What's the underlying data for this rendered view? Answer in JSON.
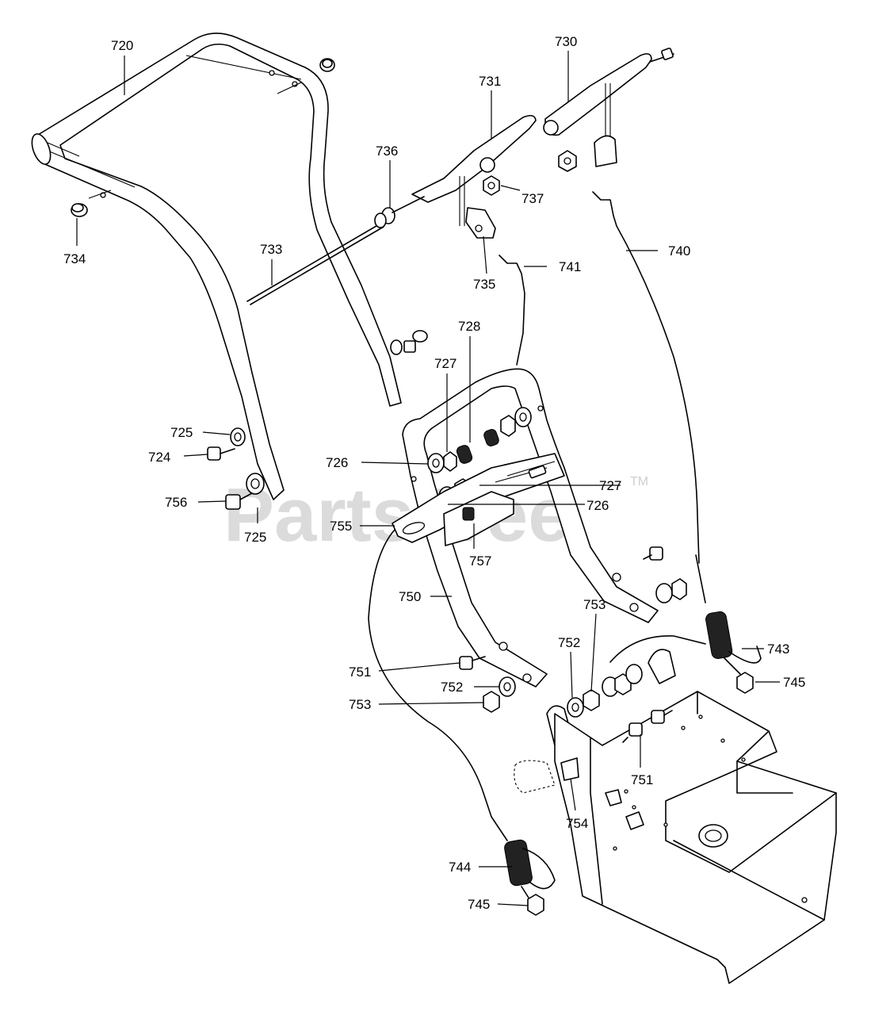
{
  "watermark": {
    "text": "PartsTree",
    "trademark": "TM"
  },
  "callouts": [
    {
      "label": "720"
    },
    {
      "label": "730"
    },
    {
      "label": "731"
    },
    {
      "label": "736"
    },
    {
      "label": "737"
    },
    {
      "label": "734"
    },
    {
      "label": "733"
    },
    {
      "label": "735"
    },
    {
      "label": "741"
    },
    {
      "label": "740"
    },
    {
      "label": "728"
    },
    {
      "label": "727"
    },
    {
      "label": "725"
    },
    {
      "label": "724"
    },
    {
      "label": "726"
    },
    {
      "label": "727"
    },
    {
      "label": "756"
    },
    {
      "label": "726"
    },
    {
      "label": "725"
    },
    {
      "label": "755"
    },
    {
      "label": "757"
    },
    {
      "label": "750"
    },
    {
      "label": "753"
    },
    {
      "label": "752"
    },
    {
      "label": "743"
    },
    {
      "label": "751"
    },
    {
      "label": "752"
    },
    {
      "label": "745"
    },
    {
      "label": "753"
    },
    {
      "label": "751"
    },
    {
      "label": "754"
    },
    {
      "label": "744"
    },
    {
      "label": "745"
    }
  ]
}
